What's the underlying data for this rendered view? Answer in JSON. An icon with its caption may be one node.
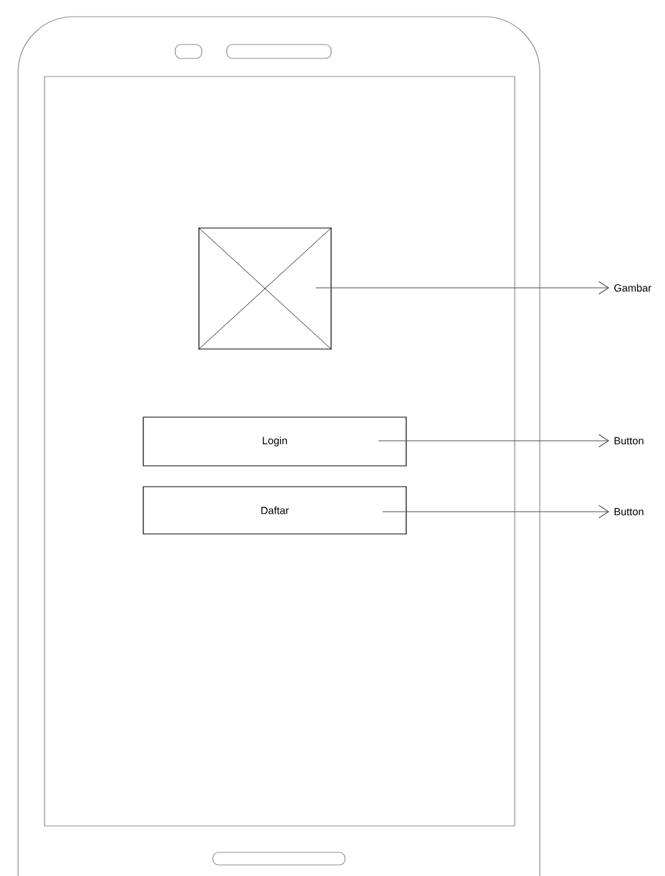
{
  "diagram": {
    "nodes": [
      {
        "text": [],
        "shape": "box"
      },
      {
        "text": [
          "Login"
        ]
      },
      {
        "text": [
          "Daftar"
        ]
      },
      {
        "text": [
          "Gambar"
        ]
      },
      {
        "text": [
          "Button"
        ]
      },
      {
        "text": [
          "Button"
        ]
      }
    ],
    "edges": [
      {
        "from": 0,
        "to": 3,
        "arrow": "to"
      },
      {
        "from": 1,
        "to": 4,
        "arrow": "to"
      },
      {
        "from": 2,
        "to": 5,
        "arrow": "to"
      }
    ]
  }
}
